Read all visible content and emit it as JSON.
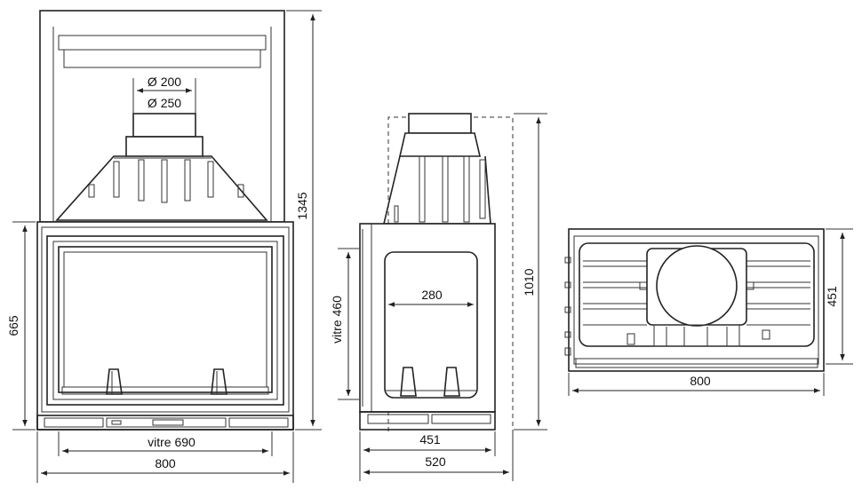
{
  "front_view": {
    "dim_width": "800",
    "dim_glass_width": "vitre 690",
    "dim_height": "665",
    "dim_total_height": "1345",
    "dim_flue_1": "Ø 200",
    "dim_flue_2": "Ø 250"
  },
  "side_view": {
    "dim_glass_height": "vitre 460",
    "dim_glass_width": "280",
    "dim_height": "1010",
    "dim_depth_inner": "451",
    "dim_depth_outer": "520"
  },
  "top_view": {
    "dim_width": "800",
    "dim_depth": "451"
  }
}
